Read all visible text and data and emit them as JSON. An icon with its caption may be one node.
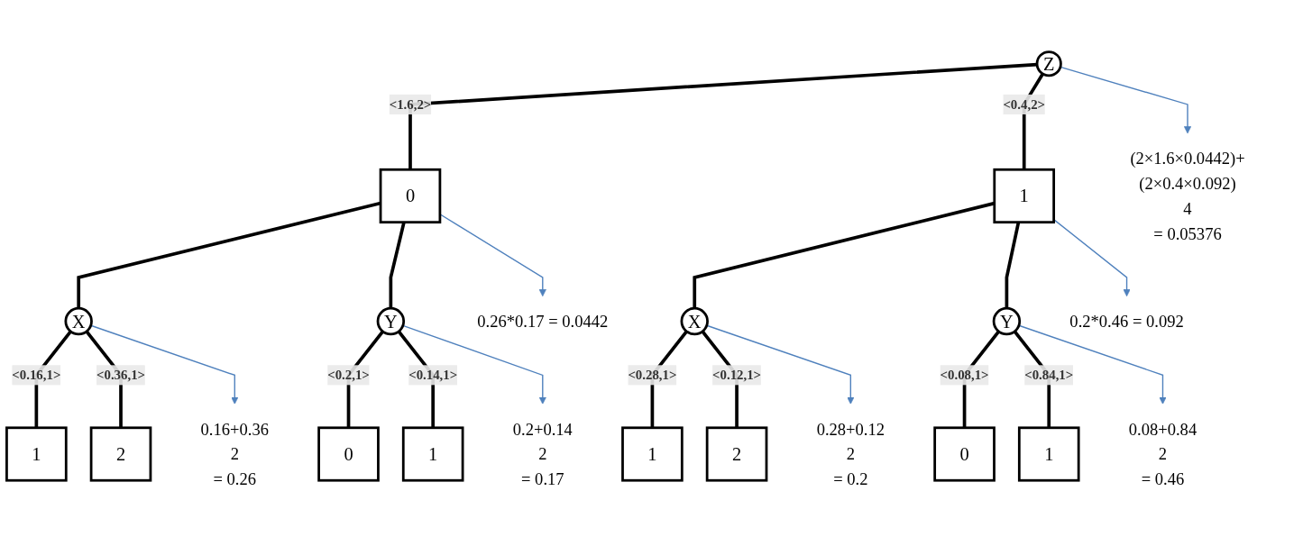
{
  "diagram": {
    "nodes": [
      {
        "text": [
          "Z"
        ]
      },
      {
        "text": [
          "0"
        ]
      },
      {
        "text": [
          "1"
        ]
      },
      {
        "text": [
          "X"
        ]
      },
      {
        "text": [
          "Y"
        ]
      },
      {
        "text": [
          "X"
        ]
      },
      {
        "text": [
          "Y"
        ]
      },
      {
        "text": [
          "1"
        ]
      },
      {
        "text": [
          "2"
        ]
      },
      {
        "text": [
          "0"
        ]
      },
      {
        "text": [
          "1"
        ]
      },
      {
        "text": [
          "1"
        ]
      },
      {
        "text": [
          "2"
        ]
      },
      {
        "text": [
          "0"
        ]
      },
      {
        "text": [
          "1"
        ]
      },
      {
        "text": [
          "(2×1.6×0.0442)+(2×0.4×0.092)",
          "4",
          "= 0.05376"
        ]
      },
      {
        "text": [
          "0.26*0.17 = 0.0442"
        ]
      },
      {
        "text": [
          "0.2*0.46 = 0.092"
        ]
      },
      {
        "text": [
          "0.16+0.36",
          "2",
          "= 0.26"
        ]
      },
      {
        "text": [
          "0.2+0.14",
          "2",
          "= 0.17"
        ]
      },
      {
        "text": [
          "0.28+0.12",
          "2",
          "= 0.2"
        ]
      },
      {
        "text": [
          "0.08+0.84",
          "2",
          "= 0.46"
        ]
      }
    ],
    "edges": [
      {
        "from": 0,
        "to": 1,
        "arrow": "none",
        "label": "<1.6,2>"
      },
      {
        "from": 0,
        "to": 2,
        "arrow": "none",
        "label": "<0.4,2>"
      },
      {
        "from": 1,
        "to": 3,
        "arrow": "none"
      },
      {
        "from": 1,
        "to": 4,
        "arrow": "none"
      },
      {
        "from": 2,
        "to": 5,
        "arrow": "none"
      },
      {
        "from": 2,
        "to": 6,
        "arrow": "none"
      },
      {
        "from": 3,
        "to": 7,
        "arrow": "none",
        "label": "<0.16,1>"
      },
      {
        "from": 3,
        "to": 8,
        "arrow": "none",
        "label": "<0.36,1>"
      },
      {
        "from": 4,
        "to": 9,
        "arrow": "none",
        "label": "<0.2,1>"
      },
      {
        "from": 4,
        "to": 10,
        "arrow": "none",
        "label": "<0.14,1>"
      },
      {
        "from": 5,
        "to": 11,
        "arrow": "none",
        "label": "<0.28,1>"
      },
      {
        "from": 5,
        "to": 12,
        "arrow": "none",
        "label": "<0.12,1>"
      },
      {
        "from": 6,
        "to": 13,
        "arrow": "none",
        "label": "<0.08,1>"
      },
      {
        "from": 6,
        "to": 14,
        "arrow": "none",
        "label": "<0.84,1>"
      },
      {
        "from": 0,
        "to": 15,
        "arrow": "to",
        "color": "#4f81bd"
      },
      {
        "from": 1,
        "to": 16,
        "arrow": "to",
        "color": "#4f81bd"
      },
      {
        "from": 2,
        "to": 17,
        "arrow": "to",
        "color": "#4f81bd"
      },
      {
        "from": 3,
        "to": 18,
        "arrow": "to",
        "color": "#4f81bd"
      },
      {
        "from": 4,
        "to": 19,
        "arrow": "to",
        "color": "#4f81bd"
      },
      {
        "from": 5,
        "to": 20,
        "arrow": "to",
        "color": "#4f81bd"
      },
      {
        "from": 6,
        "to": 21,
        "arrow": "to",
        "color": "#4f81bd"
      }
    ]
  }
}
